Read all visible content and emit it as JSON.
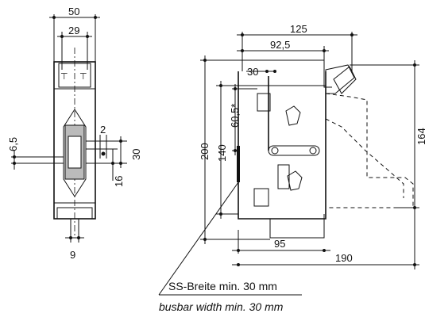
{
  "dimensions": {
    "d50": "50",
    "d29": "29",
    "d6_5": "6,5",
    "d2": "2",
    "d30_side": "30",
    "d16": "16",
    "d9": "9",
    "d125": "125",
    "d92_5": "92,5",
    "d30_top": "30",
    "d60_5": "60,5*",
    "d200": "200",
    "d140": "140",
    "d164": "164",
    "d95": "95",
    "d190": "190"
  },
  "caption": {
    "german": "SS-Breite min. 30 mm",
    "english": "busbar width min. 30 mm"
  }
}
